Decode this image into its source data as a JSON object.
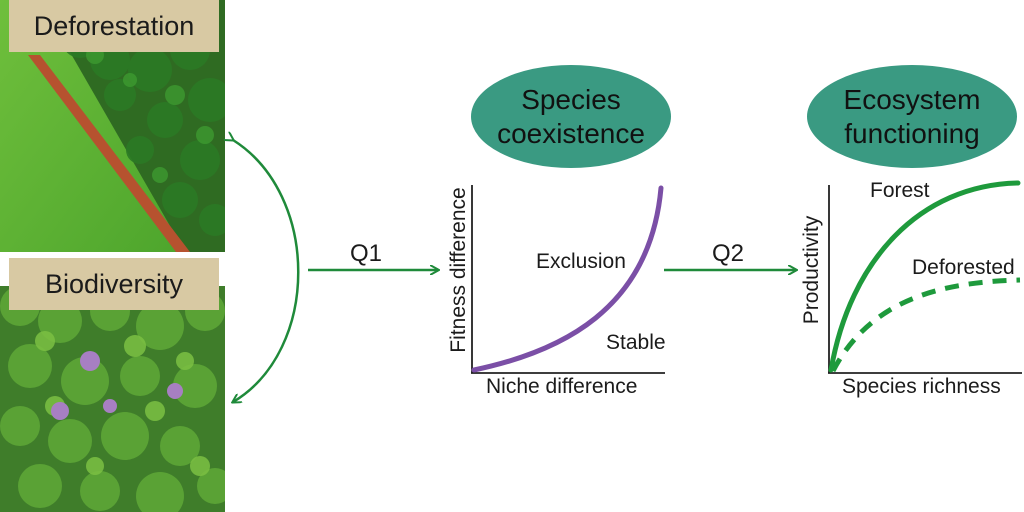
{
  "left_panel": {
    "top_label": "Deforestation",
    "bottom_label": "Biodiversity"
  },
  "questions": {
    "q1": "Q1",
    "q2": "Q2"
  },
  "coexistence": {
    "title_line1": "Species",
    "title_line2": "coexistence",
    "x_axis_label": "Niche difference",
    "y_axis_label": "Fitness difference",
    "region_upper": "Exclusion",
    "region_lower": "Stable"
  },
  "functioning": {
    "title_line1": "Ecosystem",
    "title_line2": "functioning",
    "x_axis_label": "Species richness",
    "y_axis_label": "Productivity",
    "curve_solid_label": "Forest",
    "curve_dashed_label": "Deforested"
  },
  "colors": {
    "arrow_green": "#1f8a3a",
    "curve_purple": "#7b4fa6",
    "curve_green": "#1e9a3c",
    "oval_teal": "#3a9a82",
    "label_tan": "#d8c9a3"
  }
}
